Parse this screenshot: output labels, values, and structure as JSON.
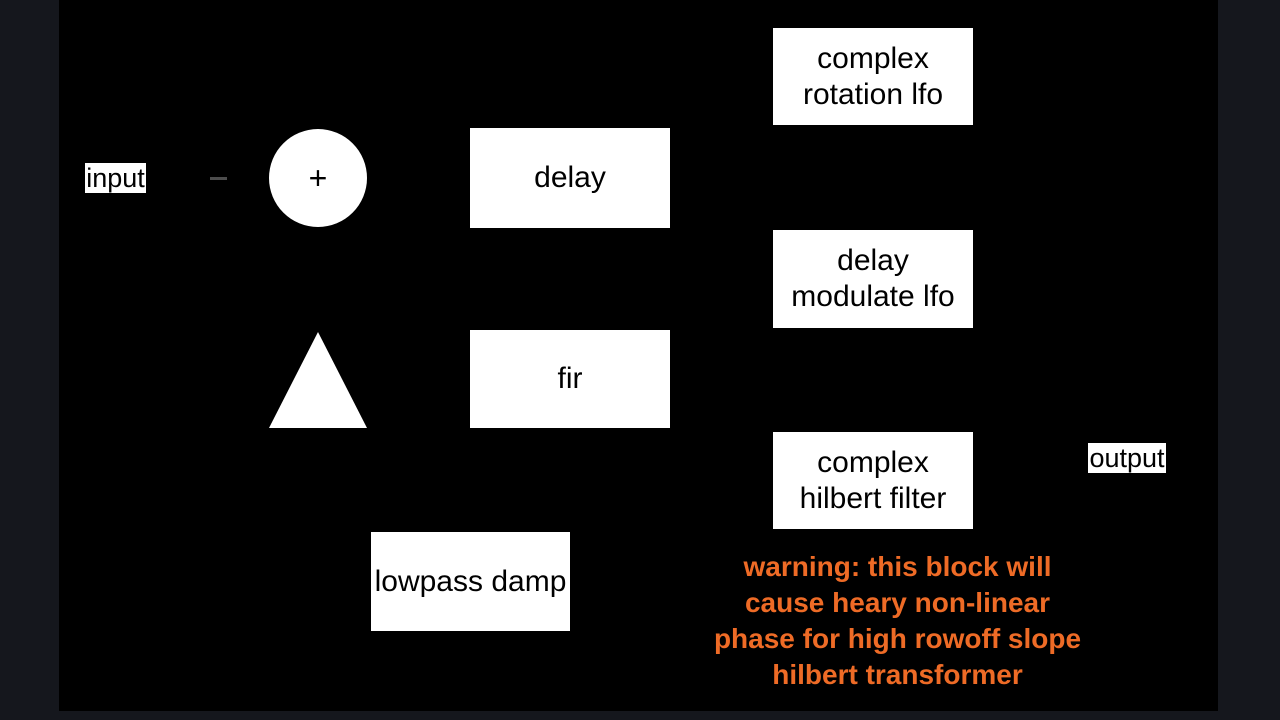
{
  "frame": {
    "canvas_color": "#000000",
    "letterbox_color": "#15171d"
  },
  "io_labels": {
    "input": "input",
    "output": "output"
  },
  "symbols": {
    "sum_plus": "+"
  },
  "blocks": {
    "delay": {
      "lines": [
        "delay"
      ]
    },
    "fir": {
      "lines": [
        "fir"
      ]
    },
    "lowpass_damp": {
      "lines": [
        "lowpass damp"
      ]
    },
    "complex_rotation_lfo": {
      "lines": [
        "complex",
        "rotation lfo"
      ]
    },
    "delay_modulate_lfo": {
      "lines": [
        "delay",
        "modulate lfo"
      ]
    },
    "complex_hilbert_filter": {
      "lines": [
        "complex",
        "hilbert filter"
      ]
    }
  },
  "warning": {
    "color": "#ee6b26",
    "lines": [
      "warning: this block will",
      "cause heary non-linear",
      "phase for high rowoff slope",
      "hilbert transformer"
    ]
  }
}
